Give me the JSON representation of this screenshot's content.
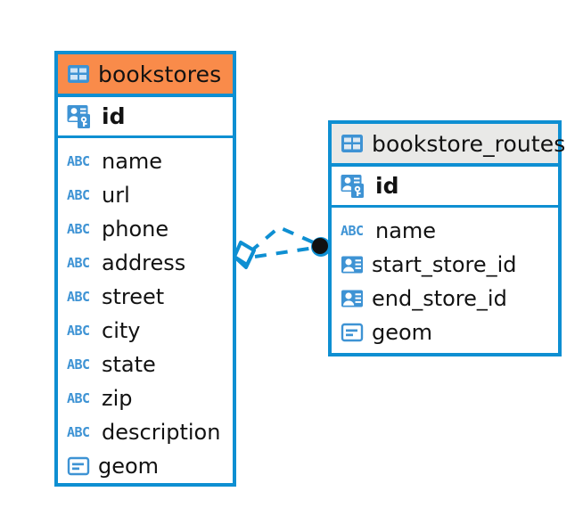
{
  "diagram": {
    "type": "entity-relationship-diagram",
    "background": "#ffffff",
    "accent_border": "#0e8fd2",
    "icon_blue": "#3e93d4",
    "header_orange": "#f98b4a",
    "header_grey": "#e9e9e7",
    "connector_color": "#0e8fd2",
    "connector_endpoint_color": "#111111"
  },
  "tables": [
    {
      "name": "bookstores",
      "header_color": "#f98b4a",
      "title_icon": "table-icon",
      "primary_key": {
        "label": "id",
        "icon": "primary-key-icon"
      },
      "fields": [
        {
          "label": "name",
          "icon": "abc-text-icon",
          "type": "text"
        },
        {
          "label": "url",
          "icon": "abc-text-icon",
          "type": "text"
        },
        {
          "label": "phone",
          "icon": "abc-text-icon",
          "type": "text"
        },
        {
          "label": "address",
          "icon": "abc-text-icon",
          "type": "text"
        },
        {
          "label": "street",
          "icon": "abc-text-icon",
          "type": "text"
        },
        {
          "label": "city",
          "icon": "abc-text-icon",
          "type": "text"
        },
        {
          "label": "state",
          "icon": "abc-text-icon",
          "type": "text"
        },
        {
          "label": "zip",
          "icon": "abc-text-icon",
          "type": "text"
        },
        {
          "label": "description",
          "icon": "abc-text-icon",
          "type": "text"
        },
        {
          "label": "geom",
          "icon": "geometry-icon",
          "type": "geometry"
        }
      ]
    },
    {
      "name": "bookstore_routes",
      "header_color": "#e9e9e7",
      "title_icon": "table-icon",
      "primary_key": {
        "label": "id",
        "icon": "primary-key-icon"
      },
      "fields": [
        {
          "label": "name",
          "icon": "abc-text-icon",
          "type": "text"
        },
        {
          "label": "start_store_id",
          "icon": "foreign-key-icon",
          "type": "reference"
        },
        {
          "label": "end_store_id",
          "icon": "foreign-key-icon",
          "type": "reference"
        },
        {
          "label": "geom",
          "icon": "geometry-icon",
          "type": "geometry"
        }
      ]
    }
  ],
  "relationship": {
    "from_table": "bookstores",
    "to_table": "bookstore_routes",
    "line_style": "dashed",
    "source_marker": "diamond",
    "target_marker": "filled-circle"
  },
  "abc_glyph": "ABC"
}
